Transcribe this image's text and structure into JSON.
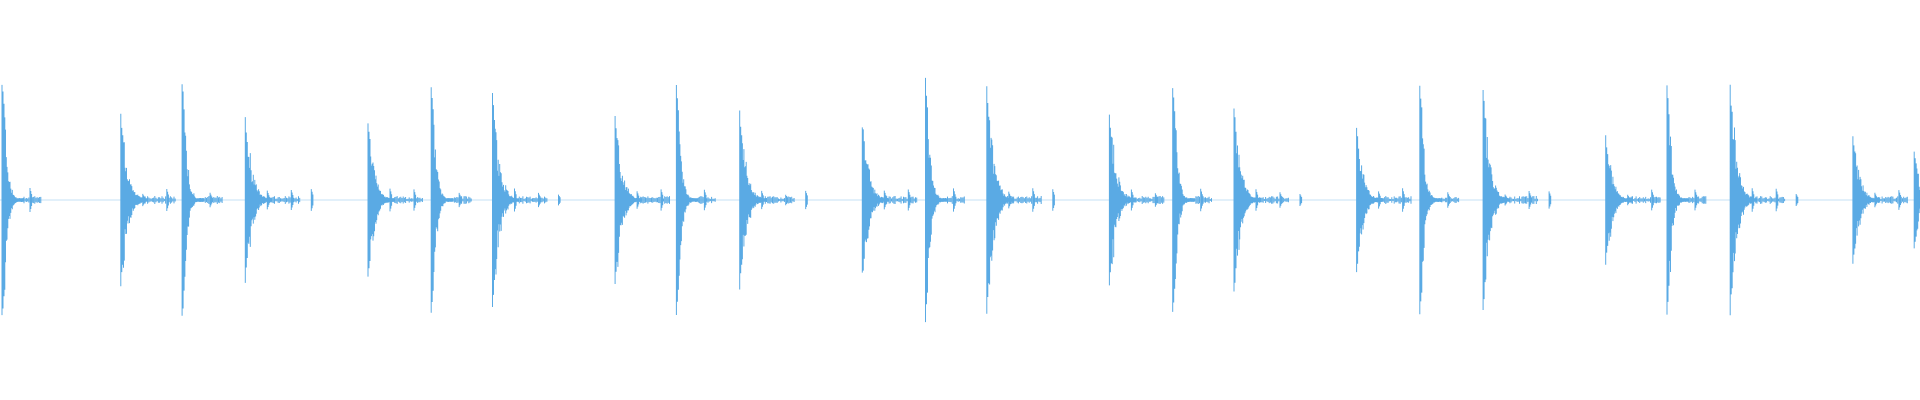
{
  "waveform": {
    "color": "#5aaae4",
    "background": "#ffffff",
    "centerline_visible": true,
    "onsets": [
      {
        "time": 0.0,
        "peak": 0.98,
        "level": "high"
      },
      {
        "time": 0.062,
        "peak": 0.68,
        "level": "low"
      },
      {
        "time": 0.094,
        "peak": 0.95,
        "level": "high"
      },
      {
        "time": 0.127,
        "peak": 0.64,
        "level": "low"
      },
      {
        "time": 0.191,
        "peak": 0.62,
        "level": "low"
      },
      {
        "time": 0.224,
        "peak": 0.96,
        "level": "high"
      },
      {
        "time": 0.256,
        "peak": 0.84,
        "level": "low"
      },
      {
        "time": 0.32,
        "peak": 0.66,
        "level": "low"
      },
      {
        "time": 0.352,
        "peak": 0.93,
        "level": "high"
      },
      {
        "time": 0.385,
        "peak": 0.7,
        "level": "low"
      },
      {
        "time": 0.449,
        "peak": 0.62,
        "level": "low"
      },
      {
        "time": 0.482,
        "peak": 0.99,
        "level": "high"
      },
      {
        "time": 0.514,
        "peak": 0.92,
        "level": "low"
      },
      {
        "time": 0.578,
        "peak": 0.69,
        "level": "low"
      },
      {
        "time": 0.611,
        "peak": 0.92,
        "level": "high"
      },
      {
        "time": 0.643,
        "peak": 0.73,
        "level": "low"
      },
      {
        "time": 0.707,
        "peak": 0.56,
        "level": "low"
      },
      {
        "time": 0.74,
        "peak": 0.94,
        "level": "high"
      },
      {
        "time": 0.773,
        "peak": 0.88,
        "level": "low"
      },
      {
        "time": 0.837,
        "peak": 0.51,
        "level": "low"
      },
      {
        "time": 0.869,
        "peak": 0.94,
        "level": "high"
      },
      {
        "time": 0.902,
        "peak": 0.9,
        "level": "low"
      },
      {
        "time": 0.966,
        "peak": 0.53,
        "level": "low"
      },
      {
        "time": 0.998,
        "peak": 0.4,
        "level": "high"
      }
    ]
  }
}
